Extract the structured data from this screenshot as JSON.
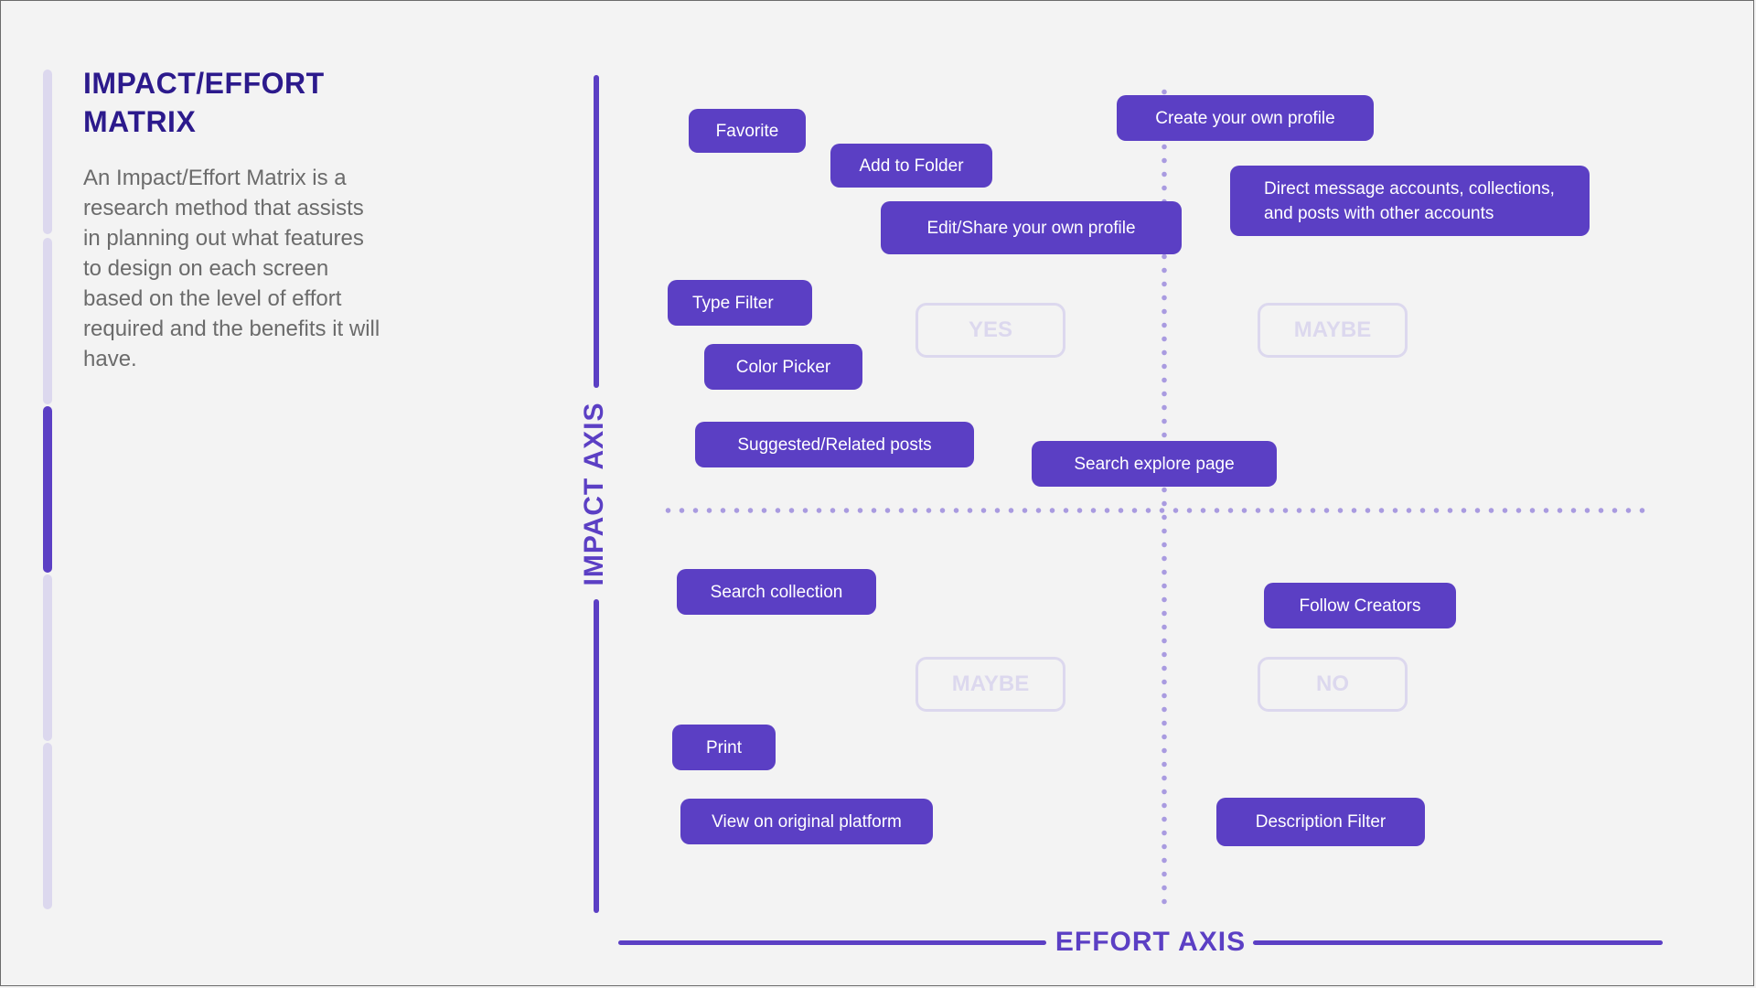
{
  "title": "IMPACT/EFFORT\nMATRIX",
  "description": " An Impact/Effort Matrix is a research method that assists in planning out what features to design on each screen based on the level of effort required and the benefits it will have.",
  "axes": {
    "impact": "IMPACT AXIS",
    "effort": "EFFORT AXIS"
  },
  "quadrants": {
    "top_left": "YES",
    "top_right": "MAYBE",
    "bottom_left": "MAYBE",
    "bottom_right": "NO"
  },
  "features": {
    "favorite": "Favorite",
    "add_to_folder": "Add to Folder",
    "create_profile": "Create your own profile",
    "direct_message": "Direct message accounts, collections, and posts with other accounts",
    "edit_share_profile": "Edit/Share your own profile",
    "type_filter": "Type Filter",
    "color_picker": "Color Picker",
    "suggested_posts": "Suggested/Related posts",
    "search_explore": "Search explore page",
    "search_collection": "Search collection",
    "follow_creators": "Follow Creators",
    "print": "Print",
    "view_original": "View on original platform",
    "description_filter": "Description Filter"
  },
  "progress": {
    "total_steps": 5,
    "active_step": 3
  },
  "colors": {
    "accent": "#5b3fc4",
    "title": "#2c1a8c",
    "muted": "#dcd8ee",
    "divider": "#a99be0",
    "background": "#f3f3f3"
  }
}
